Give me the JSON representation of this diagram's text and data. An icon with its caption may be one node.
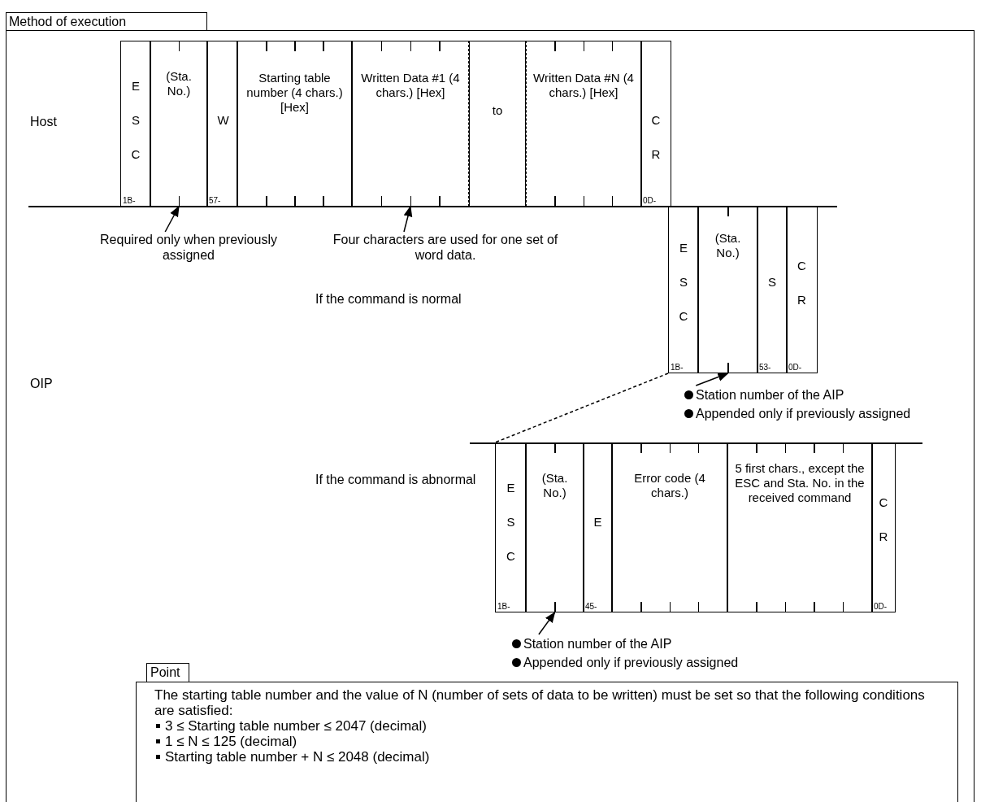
{
  "diagram": {
    "title": "Method of execution",
    "nodes": [
      {
        "text": [
          "E S C",
          "1B-"
        ]
      },
      {
        "text": [
          "(Sta. No.)"
        ]
      },
      {
        "text": [
          "W",
          "57-"
        ]
      },
      {
        "text": [
          "Starting table number (4 chars.) [Hex]"
        ]
      },
      {
        "text": [
          "Written Data #1 (4 chars.) [Hex]"
        ]
      },
      {
        "text": [
          "to"
        ]
      },
      {
        "text": [
          "Written Data #N (4 chars.) [Hex]"
        ]
      },
      {
        "text": [
          "C R",
          "0D-"
        ]
      },
      {
        "text": [
          "Required only when previously assigned"
        ]
      },
      {
        "text": [
          "Four characters are used for one set of word data."
        ]
      },
      {
        "text": [
          "E S C",
          "1B-"
        ]
      },
      {
        "text": [
          "(Sta. No.)"
        ]
      },
      {
        "text": [
          "S",
          "53-"
        ]
      },
      {
        "text": [
          "C R",
          "0D-"
        ]
      },
      {
        "text": [
          "Station number of the AIP",
          "Appended only if previously assigned"
        ]
      },
      {
        "text": [
          "E S C",
          "1B-"
        ]
      },
      {
        "text": [
          "(Sta. No.)"
        ]
      },
      {
        "text": [
          "E",
          "45-"
        ]
      },
      {
        "text": [
          "Error code (4 chars.)"
        ]
      },
      {
        "text": [
          "5 first chars., except the ESC and Sta. No. in the received command"
        ]
      },
      {
        "text": [
          "C R",
          "0D-"
        ]
      },
      {
        "text": [
          "Station number of the AIP",
          "Appended only if previously assigned"
        ]
      },
      {
        "text": [
          "Point",
          "The starting table number and the value of N (number of sets of data to be written) must be set so that the following conditions are satisfied:",
          "3 ≤ Starting table number ≤ 2047 (decimal)",
          "1 ≤ N ≤ 125 (decimal)",
          "Starting table number + N ≤ 2048 (decimal)"
        ]
      }
    ],
    "edges": [
      {
        "from": 8,
        "to": 1,
        "arrow": "to"
      },
      {
        "from": 9,
        "to": 4,
        "arrow": "to"
      },
      {
        "from": 14,
        "to": 11,
        "arrow": "to"
      },
      {
        "from": 10,
        "to": 15,
        "arrow": "none",
        "style": "dashed"
      },
      {
        "from": 21,
        "to": 16,
        "arrow": "to"
      }
    ],
    "labels": [
      "Host",
      "If the command is normal",
      "OIP",
      "If the command is abnormal"
    ]
  }
}
